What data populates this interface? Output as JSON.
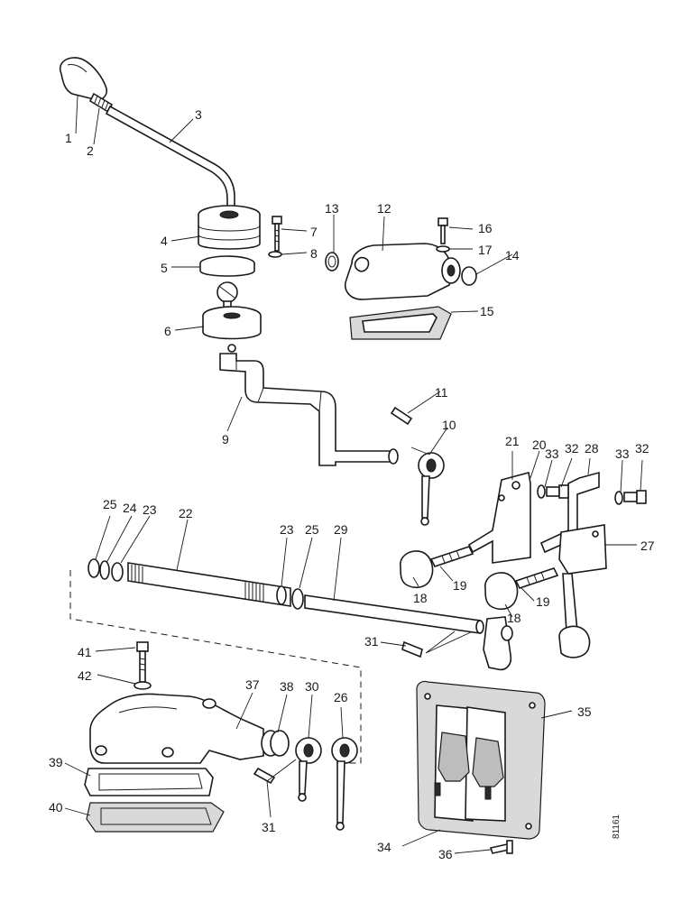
{
  "diagram": {
    "reference_code": "81161",
    "callouts": [
      "1",
      "2",
      "3",
      "4",
      "5",
      "6",
      "7",
      "8",
      "9",
      "10",
      "11",
      "12",
      "13",
      "14",
      "15",
      "16",
      "17",
      "18",
      "18",
      "19",
      "19",
      "20",
      "21",
      "22",
      "23",
      "23",
      "24",
      "25",
      "25",
      "26",
      "27",
      "28",
      "29",
      "30",
      "31",
      "31",
      "32",
      "32",
      "33",
      "33",
      "34",
      "35",
      "36",
      "37",
      "38",
      "39",
      "40",
      "41",
      "42"
    ]
  }
}
